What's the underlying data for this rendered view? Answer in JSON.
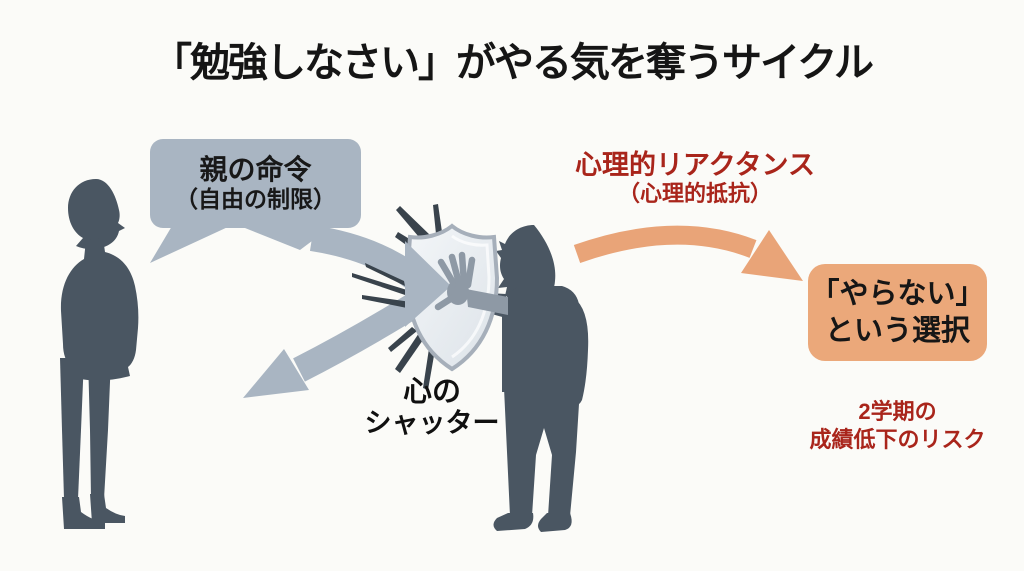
{
  "title": "「勉強しなさい」がやる気を奪うサイクル",
  "speech_bubble": {
    "line1": "親の命令",
    "line2": "（自由の制限）"
  },
  "reactance_label": {
    "line1": "心理的リアクタンス",
    "line2": "（心理的抵抗）"
  },
  "shutter_label": {
    "line1": "心の",
    "line2": "シャッター"
  },
  "choice_box": {
    "line1": "「やらない」",
    "line2": "という選択"
  },
  "risk_label": {
    "line1": "2学期の",
    "line2": "成績低下のリスク"
  },
  "icons": {
    "parent": "parent-silhouette",
    "child": "child-silhouette",
    "shield": "shield-icon",
    "hand": "hand-on-shield-icon",
    "command_arrow": "gray-arrow-to-shield",
    "deflected_arrow": "gray-deflected-arrow",
    "reactance_arrow": "orange-curved-arrow",
    "impact": "impact-burst-icon"
  },
  "colors": {
    "background": "#fbfbf8",
    "silhouette": "#4a5662",
    "bubble_fill": "#a9b5c2",
    "gray_arrow": "#a9b5c2",
    "impact_lines": "#39434c",
    "shield_fill": "#eaeef2",
    "shield_border": "#a6afba",
    "hand_gray": "#8e99a5",
    "orange_accent": "#e9a478",
    "orange_box_fill": "#eba87a",
    "red_text": "#a9251b",
    "title_color": "#151515"
  }
}
